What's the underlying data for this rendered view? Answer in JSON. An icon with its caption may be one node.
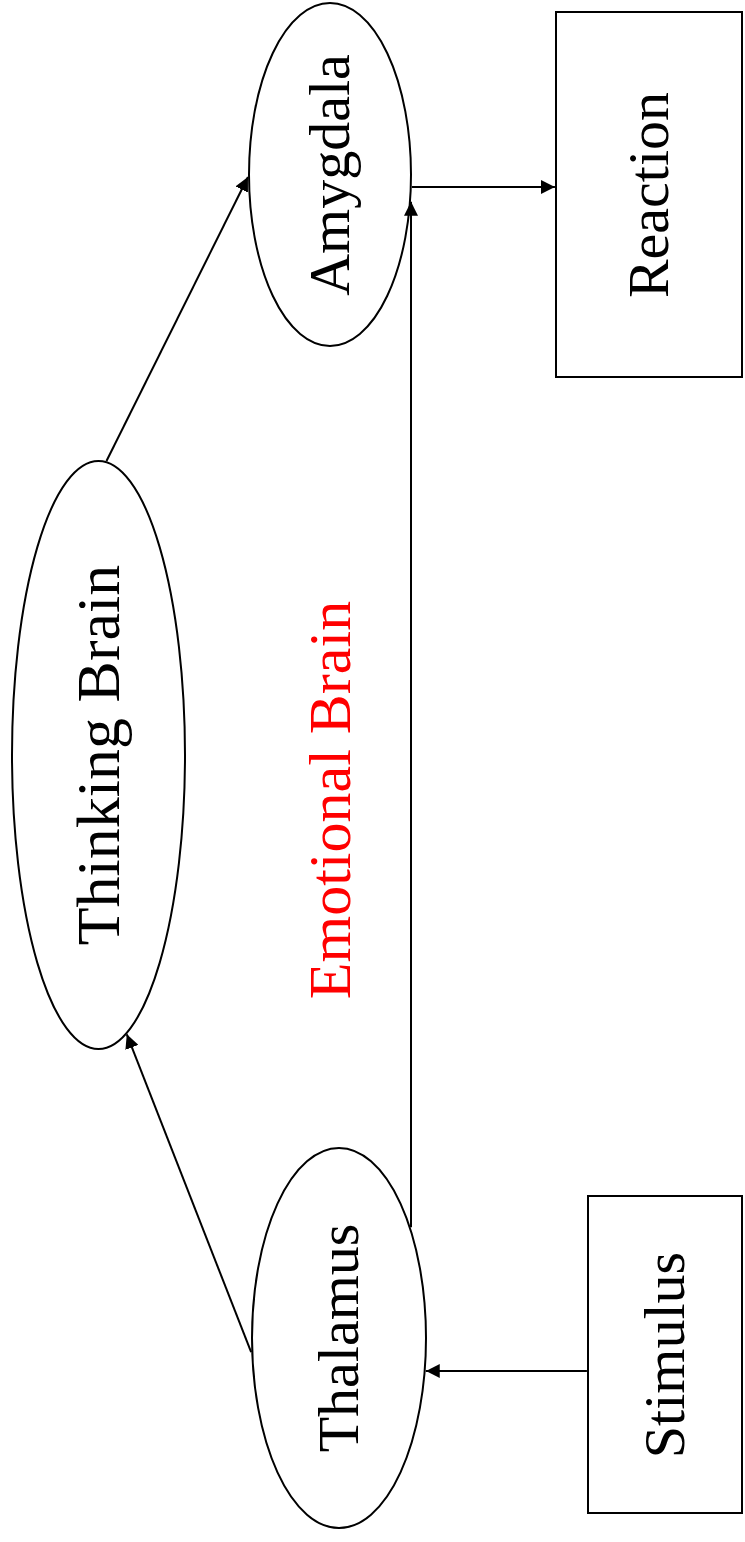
{
  "diagram": {
    "nodes": [
      {
        "text": [
          "Thinking Brain"
        ]
      },
      {
        "text": [
          "Amygdala"
        ]
      },
      {
        "text": [
          "Reaction"
        ]
      },
      {
        "text": [
          "Thalamus"
        ]
      },
      {
        "text": [
          "Stimulus"
        ]
      }
    ],
    "edges": [
      {
        "from": 4,
        "to": 3,
        "arrow": "to"
      },
      {
        "from": 3,
        "to": 0,
        "arrow": "to"
      },
      {
        "from": 0,
        "to": 1,
        "arrow": "to"
      },
      {
        "from": 3,
        "to": 1,
        "arrow": "to"
      },
      {
        "from": 1,
        "to": 2,
        "arrow": "to"
      }
    ],
    "labels": [
      "Emotional Brain"
    ]
  }
}
